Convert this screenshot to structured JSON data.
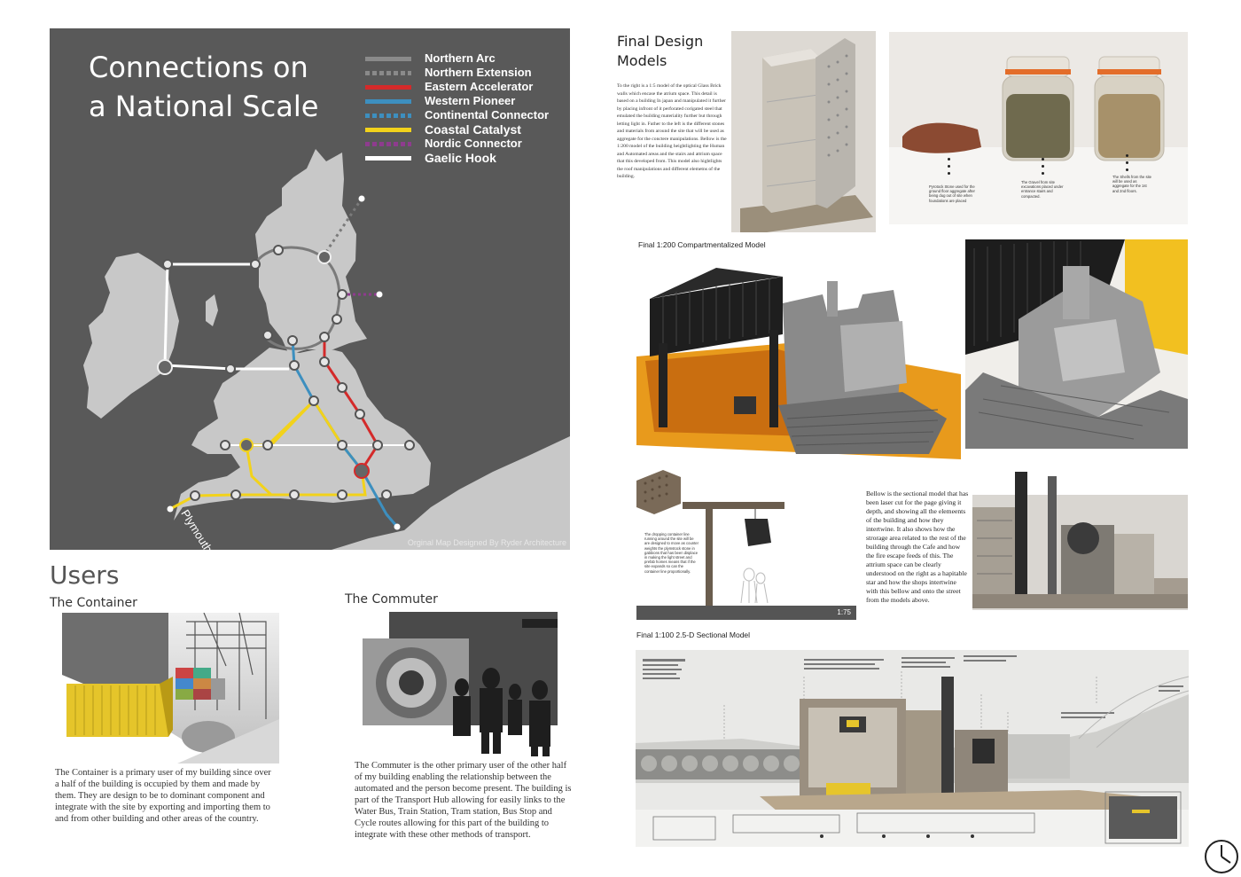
{
  "map": {
    "title": "Connections on\na National Scale",
    "credit": "Orginal Map Designed By Ryder Architecture",
    "place_label": "Plymouth",
    "legend": [
      {
        "label": "Northern Arc",
        "color": "#8a8a8a",
        "style": "solid"
      },
      {
        "label": "Northern Extension",
        "color": "#8a8a8a",
        "style": "dotted"
      },
      {
        "label": "Eastern Accelerator",
        "color": "#d42a2a",
        "style": "solid"
      },
      {
        "label": "Western Pioneer",
        "color": "#3d8fbf",
        "style": "solid"
      },
      {
        "label": "Continental Connector",
        "color": "#3d8fbf",
        "style": "dotted"
      },
      {
        "label": "Coastal Catalyst",
        "color": "#f2d21b",
        "style": "solid"
      },
      {
        "label": "Nordic Connector",
        "color": "#8e3c8e",
        "style": "dotted"
      },
      {
        "label": "Gaelic Hook",
        "color": "#ffffff",
        "style": "solid"
      }
    ]
  },
  "users": {
    "heading": "Users",
    "container": {
      "heading": "The Container",
      "text": "The Container is a primary user of my building since over a half of the building is occupied by them and made by them. They are design to be to dominant component and integrate with the site by exporting and importing them to and from other building and other areas of the country."
    },
    "commuter": {
      "heading": "The Commuter",
      "text": "The Commuter is the other primary user of the other half of my building enabling the relationship between the automated and the person become present. The building is part of the Transport Hub allowing for easily links to the Water Bus, Train Station, Tram station, Bus Stop and Cycle routes allowing for this part of the building to integrate with these other methods of transport."
    }
  },
  "models": {
    "title": "Final Design\nModels",
    "description": "To the right is a 1:5 model of the optical Glass Brick walls which encase the atrium space. This detail is based on a building In japan and manipulated it further by placing infront of it perforated corigated steel that emulated the building materiality further but through letting light in. Futher to the left is the different stones and materials from around the site that will be used as aggregate for the conctere manipulations. Bellow is the 1:200 model of the building heightlighting the Human and Automated areas and the stairs and attrium space that this developed from. This model also hightlights the roof manipulations and different elemetns of the building.",
    "jar_notes": [
      "Pyrotock Stone used for the ground floor aggregate after being dug out of site when foundations are placed",
      "The Gravel from site excavations placed under entrance stairs and compacted.",
      "The Shells from the site will be used as aggregate for the 1st and 2nd floors."
    ],
    "caption_1200": "Final 1:200 Compartmentalized Model",
    "container_note": "The dropping container line running around the site will be are designed to move as counter weights the plymstock stone in gabbions that has been displace in making the light street and prefab homes means that if the site expands so can the container line proportionally.",
    "scale_label": "1:75",
    "section_text": "Bellow is the sectional model that has been laser cut for the page giving it depth, and showing all the elemeents of the building and how they intertwine. It also shows how the strorage area related to the rest of the building through the Cafe and how the fire escape feeds of this. The attrium space can be clearly understood on the right as a hapitable star and how the shops intertwine with this bellow and onto the street from the models above.",
    "caption_1100": "Final 1:100 2.5-D Sectional Model"
  }
}
